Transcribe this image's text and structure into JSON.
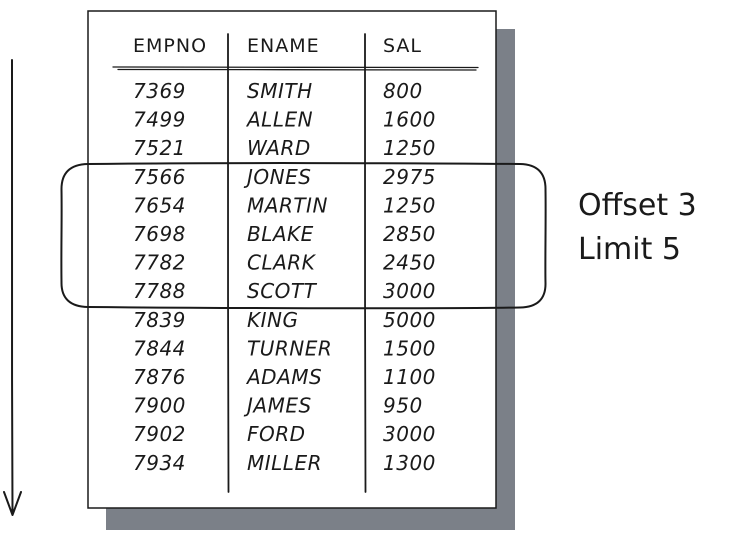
{
  "table": {
    "columns": [
      "EMPNO",
      "ENAME",
      "SAL"
    ],
    "rows": [
      [
        "7369",
        "SMITH",
        "800"
      ],
      [
        "7499",
        "ALLEN",
        "1600"
      ],
      [
        "7521",
        "WARD",
        "1250"
      ],
      [
        "7566",
        "JONES",
        "2975"
      ],
      [
        "7654",
        "MARTIN",
        "1250"
      ],
      [
        "7698",
        "BLAKE",
        "2850"
      ],
      [
        "7782",
        "CLARK",
        "2450"
      ],
      [
        "7788",
        "SCOTT",
        "3000"
      ],
      [
        "7839",
        "KING",
        "5000"
      ],
      [
        "7844",
        "TURNER",
        "1500"
      ],
      [
        "7876",
        "ADAMS",
        "1100"
      ],
      [
        "7900",
        "JAMES",
        "950"
      ],
      [
        "7902",
        "FORD",
        "3000"
      ],
      [
        "7934",
        "MILLER",
        "1300"
      ]
    ]
  },
  "selection": {
    "offset": 3,
    "limit": 5
  },
  "annotation": {
    "line1": "Offset 3",
    "line2": "Limit 5"
  },
  "colors": {
    "ink": "#1a1a1a",
    "shadow": "#7b8088",
    "paper": "#ffffff"
  }
}
